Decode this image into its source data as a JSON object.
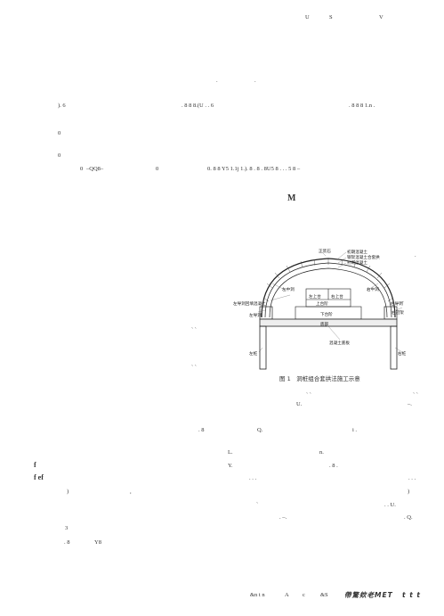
{
  "header": {
    "items": [
      "U",
      "S",
      "V"
    ]
  },
  "fragments": [
    {
      "id": "f1",
      "text": "."
    },
    {
      "id": "f2",
      "text": "."
    },
    {
      "id": "f3",
      "text": "). 6"
    },
    {
      "id": "f4",
      "text": ". 8 8 8.(U . . 6"
    },
    {
      "id": "f5",
      "text": ". 8 8 8 1.n ."
    },
    {
      "id": "f6",
      "text": "0"
    },
    {
      "id": "f7",
      "text": "0"
    },
    {
      "id": "f8",
      "text": "0"
    },
    {
      "id": "f9",
      "text": "–QQ8–"
    },
    {
      "id": "f10",
      "text": "0"
    },
    {
      "id": "f11",
      "text": "0. 8 8 Y5 1.1j 1.). 8 . 8 . 8U5 8 . . . 5 8 –"
    },
    {
      "id": "f12",
      "text": "M"
    },
    {
      "id": "f13",
      "text": "."
    },
    {
      "id": "f14",
      "text": "` `"
    },
    {
      "id": "f15",
      "text": "` `"
    },
    {
      "id": "f16",
      "text": "` `"
    },
    {
      "id": "f17",
      "text": "U."
    },
    {
      "id": "f18",
      "text": "` `"
    },
    {
      "id": "f19",
      "text": "–."
    },
    {
      "id": "f20",
      "text": ". 8"
    },
    {
      "id": "f21",
      "text": "Q."
    },
    {
      "id": "f22",
      "text": "i ."
    },
    {
      "id": "f23",
      "text": "L."
    },
    {
      "id": "f24",
      "text": "n."
    },
    {
      "id": "f25",
      "text": "f"
    },
    {
      "id": "f26",
      "text": "Y."
    },
    {
      "id": "f27",
      "text": ". 8 ."
    },
    {
      "id": "f28",
      "text": "f ef"
    },
    {
      "id": "f29",
      "text": ". . ."
    },
    {
      "id": "f30",
      "text": ". . ."
    },
    {
      "id": "f31",
      "text": ")"
    },
    {
      "id": "f32",
      "text": ","
    },
    {
      "id": "f33",
      "text": ")"
    },
    {
      "id": "f34",
      "text": ". . U."
    },
    {
      "id": "f35",
      "text": ". –."
    },
    {
      "id": "f36",
      "text": ". Q."
    },
    {
      "id": "f37",
      "text": "`"
    },
    {
      "id": "f38",
      "text": "3"
    },
    {
      "id": "f39",
      "text": ". 8"
    },
    {
      "id": "f40",
      "text": "Y8"
    }
  ],
  "figure": {
    "labels": {
      "zhengzhuangshi": "正装石",
      "chuqi": "初期混凝土",
      "gangjia": "钢架混凝土合套拱",
      "chenqi": "衬砌混凝土",
      "zuozhongdong": "左中洞",
      "youzhongdong": "右中洞",
      "zuodaodong_hunningtu": "左导洞回填混凝土",
      "zuoshangtai": "左上台",
      "youshangtai": "右上台",
      "shangtaijie": "上台阶",
      "youdaodong": "右导洞",
      "youguanjia": "右冠架",
      "zuodaodong": "左导洞",
      "xiataijie": "下台阶",
      "dibu": "底部",
      "hunningtu_diban": "混凝土底板",
      "zuozhuang": "左桩",
      "youzhuang": "右桩"
    },
    "caption": "图 1　洞桩组合套拱法施工示意"
  },
  "footer": {
    "left": "&n t n",
    "a": "A",
    "c": "c",
    "s": "&S",
    "ch": "帶驚欸老MET",
    "end": "t t t"
  }
}
